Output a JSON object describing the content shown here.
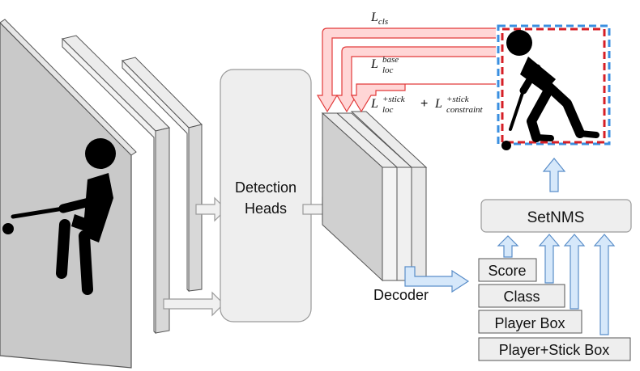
{
  "labels": {
    "detection_heads_line1": "Detection",
    "detection_heads_line2": "Heads",
    "decoder": "Decoder",
    "setnms": "SetNMS"
  },
  "stack": {
    "score": "Score",
    "class": "Class",
    "player_box": "Player Box",
    "player_stick_box": "Player+Stick Box"
  },
  "losses": {
    "cls": {
      "symbol": "L",
      "sub": "cls"
    },
    "loc_base": {
      "symbol": "L",
      "sup": "base",
      "sub": "loc"
    },
    "loc_stick": {
      "symbol": "L",
      "sup": "+stick",
      "sub": "loc"
    },
    "plus": "+",
    "constraint": {
      "symbol": "L",
      "sup": "+stick",
      "sub": "constraint"
    }
  },
  "colors": {
    "loss_arrow_fill": "#ffd6d6",
    "loss_arrow_stroke": "#e23b3b",
    "flow_arrow_fill": "#d6e8fa",
    "flow_arrow_stroke": "#5a8ec9",
    "grey_arrow_fill": "#f0f0f0",
    "grey_arrow_stroke": "#9a9a9a",
    "box_red": "#d61f26",
    "box_blue": "#3a8fe0"
  },
  "icons": {
    "input_image": "field-hockey-player-icon",
    "output_image": "field-hockey-player-icon"
  }
}
